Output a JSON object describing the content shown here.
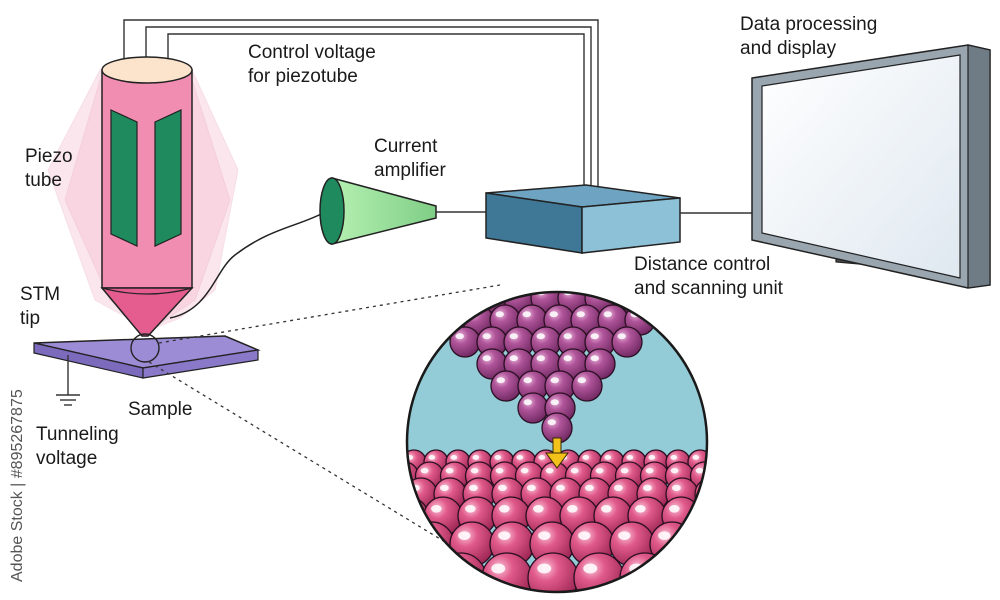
{
  "labels": {
    "control_voltage": [
      "Control voltage",
      "for piezotube"
    ],
    "data_processing": [
      "Data processing",
      "and display"
    ],
    "piezo_tube": [
      "Piezo",
      "tube"
    ],
    "current_amplifier": [
      "Current",
      "amplifier"
    ],
    "distance_control": [
      "Distance control",
      "and scanning unit"
    ],
    "stm_tip": [
      "STM",
      "tip"
    ],
    "sample": "Sample",
    "tunneling_voltage": [
      "Tunneling",
      "voltage"
    ]
  },
  "watermark": "Adobe Stock | #895267875",
  "colors": {
    "piezo_pink": "#f08db0",
    "electrode_green": "#1e8a5e",
    "amplifier_green": "#9fe0a0",
    "control_unit_blue": "#4f89a8",
    "sample_purple": "#9c8cd6",
    "tip_atom_purple": "#a4488a",
    "sample_atom_pink": "#d94f80",
    "background_cyan": "#93ccd7",
    "arrow_yellow": "#f2c21b"
  }
}
